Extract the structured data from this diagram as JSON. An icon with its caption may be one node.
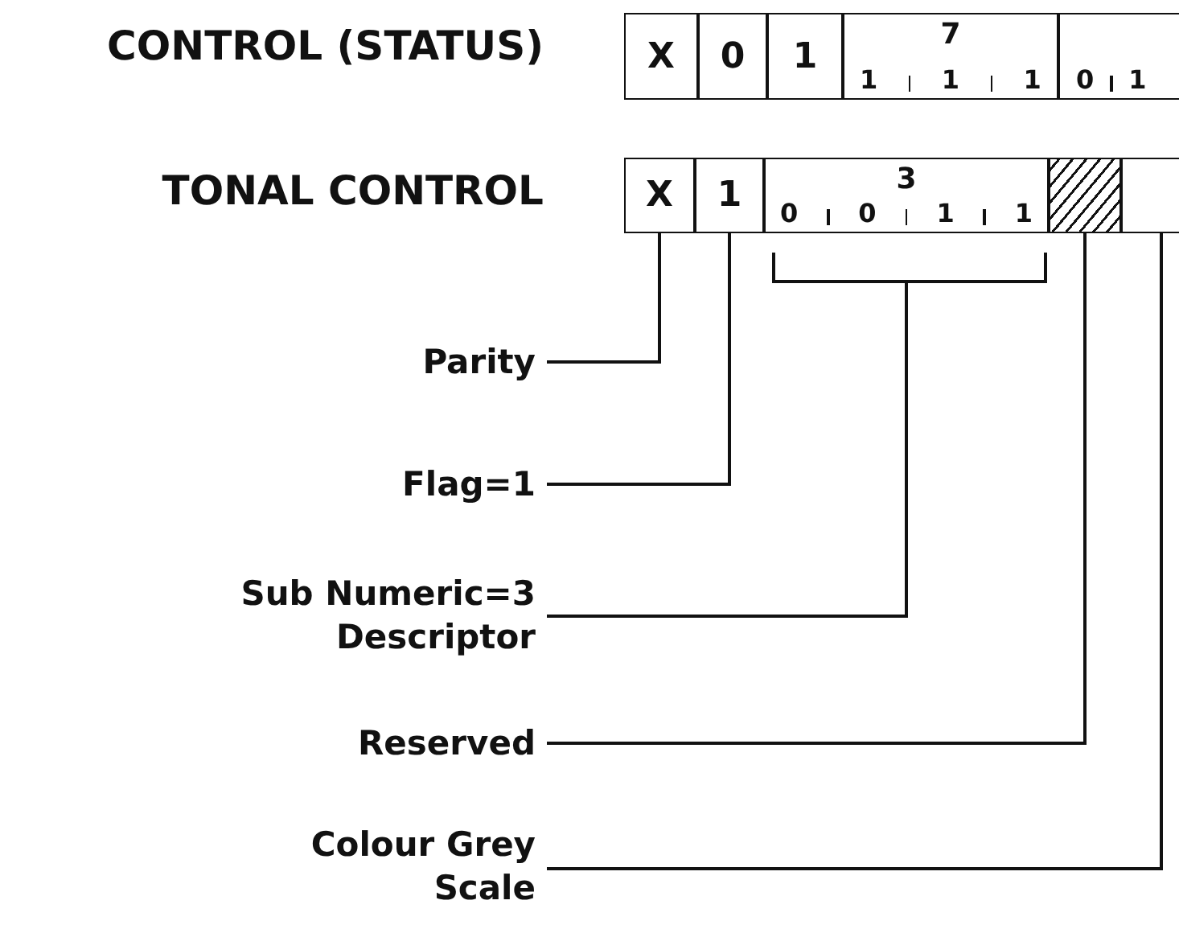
{
  "diagram": {
    "nodes": [
      {
        "text": [
          "X"
        ]
      },
      {
        "text": [
          "0"
        ]
      },
      {
        "text": [
          "1"
        ]
      },
      {
        "text": [
          "7",
          "1",
          "1",
          "1"
        ]
      },
      {
        "text": [
          "0",
          "1"
        ]
      },
      {
        "text": [
          "X"
        ]
      },
      {
        "text": [
          "1"
        ]
      },
      {
        "text": [
          "3",
          "0",
          "0",
          "1",
          "1"
        ]
      },
      {
        "text": [],
        "shape": "box"
      },
      {
        "text": [],
        "shape": "box"
      },
      {
        "text": [
          "Parity"
        ]
      },
      {
        "text": [
          "Flag=1"
        ]
      },
      {
        "text": [
          "Sub Numeric=3 Descriptor"
        ]
      },
      {
        "text": [
          "Reserved"
        ]
      },
      {
        "text": [
          "Colour Grey Scale"
        ]
      }
    ],
    "edges": [
      {
        "from": 10,
        "to": 5,
        "arrow": "none"
      },
      {
        "from": 11,
        "to": 6,
        "arrow": "none"
      },
      {
        "from": 12,
        "to": 7,
        "arrow": "none"
      },
      {
        "from": 13,
        "to": 8,
        "arrow": "none"
      },
      {
        "from": 14,
        "to": 9,
        "arrow": "none"
      }
    ],
    "labels": [
      "CONTROL (STATUS)",
      "TONAL CONTROL"
    ]
  }
}
